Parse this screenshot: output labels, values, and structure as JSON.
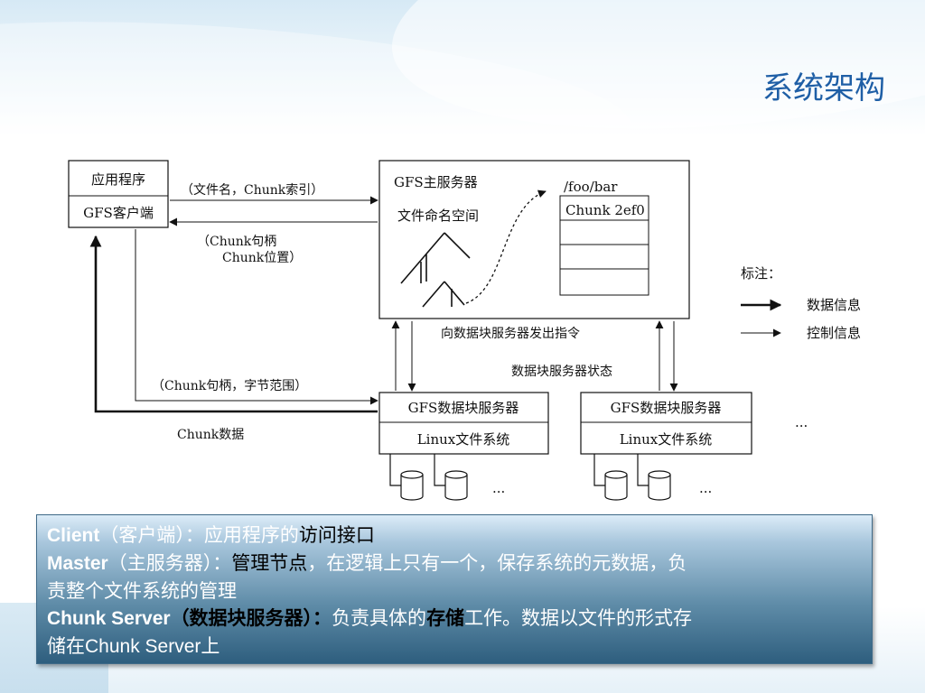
{
  "slide": {
    "title": "系统架构"
  },
  "diagram": {
    "app": {
      "title": "应用程序",
      "client": "GFS客户端"
    },
    "master": {
      "title": "GFS主服务器",
      "namespace": "文件命名空间",
      "path": "/foo/bar",
      "chunk": "Chunk 2ef0"
    },
    "msgs": {
      "to_master": "（文件名，Chunk索引）",
      "from_master_1": "（Chunk句柄",
      "from_master_2": "Chunk位置）",
      "to_chunkserver": "（Chunk句柄，字节范围）",
      "chunk_data": "Chunk数据",
      "instructions": "向数据块服务器发出指令",
      "status": "数据块服务器状态"
    },
    "chunkservers": [
      {
        "title": "GFS数据块服务器",
        "fs": "Linux文件系统"
      },
      {
        "title": "GFS数据块服务器",
        "fs": "Linux文件系统"
      }
    ],
    "ellipsis": "...",
    "legend": {
      "title": "标注：",
      "data": "数据信息",
      "control": "控制信息"
    }
  },
  "info": {
    "client_term": "Client",
    "client_paren": "（客户端）：",
    "client_desc": "应用程序的",
    "client_hl": "访问接口",
    "master_term": "Master",
    "master_paren": "（主服务器）：",
    "master_hl": "管理节点",
    "master_desc_1": "，在逻辑上只有一个，保存系统的元数据，负",
    "master_desc_2": "责整个文件系统的管理",
    "cs_term": "Chunk Server",
    "cs_paren": "（数据块服务器）：",
    "cs_desc_1": "负责具体的",
    "cs_hl": "存储",
    "cs_desc_2": "工作。数据以文件的形式存",
    "cs_desc_3": "储在",
    "cs_desc_term": "Chunk Server",
    "cs_desc_4": "上"
  }
}
